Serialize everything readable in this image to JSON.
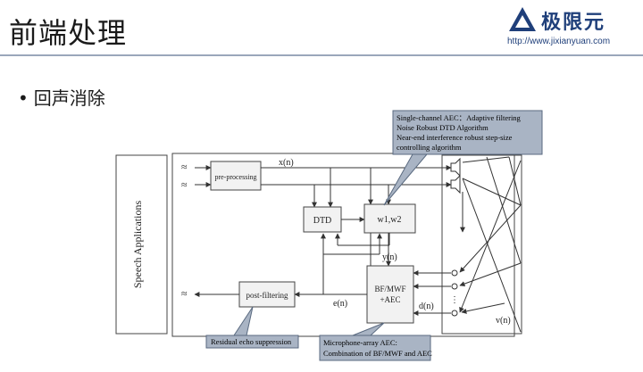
{
  "header": {
    "title": "前端处理",
    "brand_name": "极限元",
    "brand_url": "http://www.jixianyuan.com",
    "logo_icon": "mountain-logo-icon"
  },
  "bullet": "回声消除",
  "diagram": {
    "speech_block": "Speech Applications",
    "blocks": {
      "preprocessing": "pre-processing",
      "dtd": "DTD",
      "weights": "w1,w2",
      "bf_line1": "BF/MWF",
      "bf_line2": "+AEC",
      "post": "post-filtering"
    },
    "signals": {
      "x": "x(n)",
      "y": "y(n)",
      "e": "e(n)",
      "d": "d(n)",
      "v": "v(n)"
    },
    "callouts": {
      "top": [
        "Single-channel AEC：Adaptive filtering",
        "Noise Robust DTD Algorithm",
        "Near-end interference robust step-size",
        "controlling algorithm"
      ],
      "residual": "Residual echo suppression",
      "mic": [
        "Microphone-array AEC:",
        "Combination of BF/MWF and AEC"
      ]
    },
    "colors": {
      "callout_fill": "#a9b4c4",
      "brand": "#1f3f7a",
      "block_fill": "#f2f2f2"
    }
  }
}
